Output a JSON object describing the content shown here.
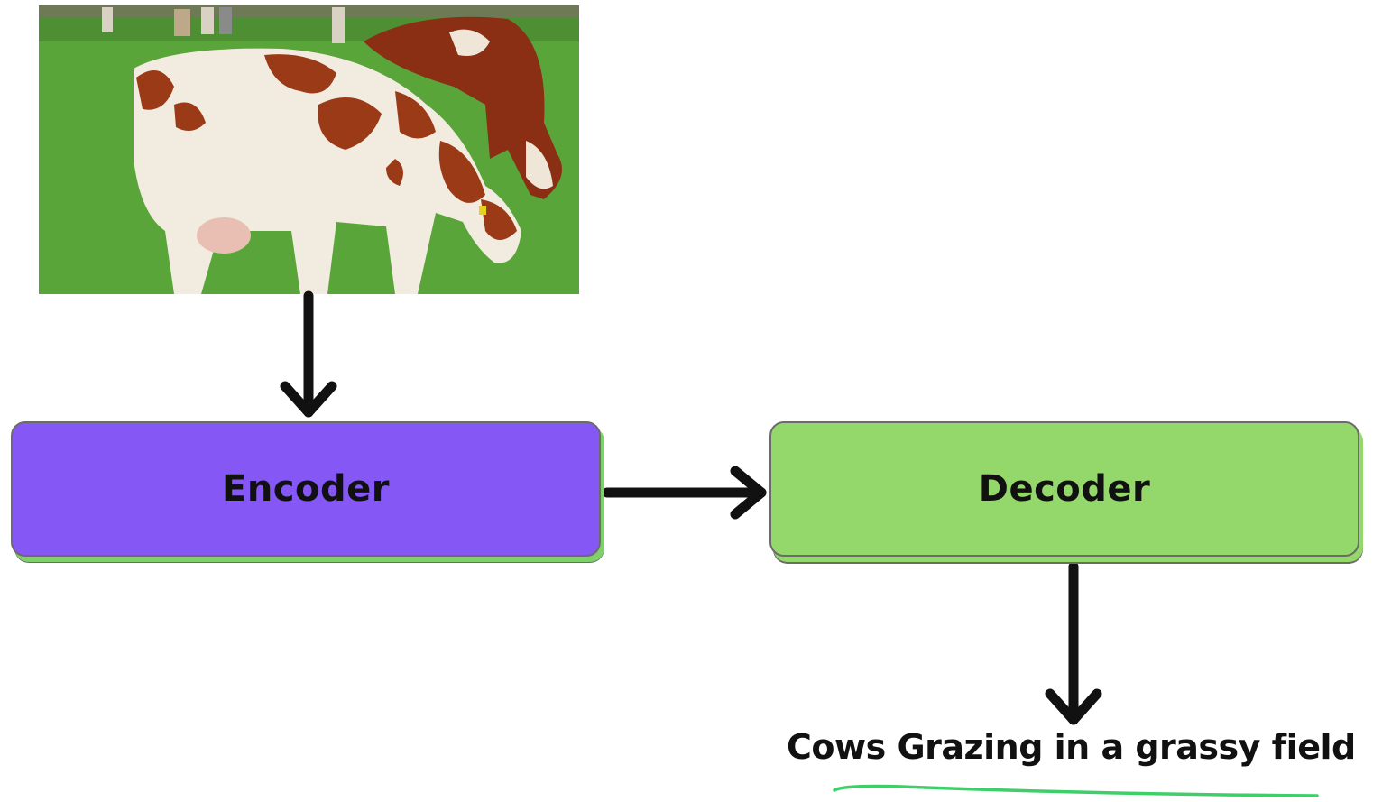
{
  "encoder": {
    "label": "Encoder",
    "color": "#8558f6"
  },
  "decoder": {
    "label": "Decoder",
    "color": "#94d86b"
  },
  "caption": {
    "text": "Cows Grazing in a grassy field",
    "underline_color": "#3ecf6a"
  },
  "image": {
    "icon": "cow-photo"
  }
}
